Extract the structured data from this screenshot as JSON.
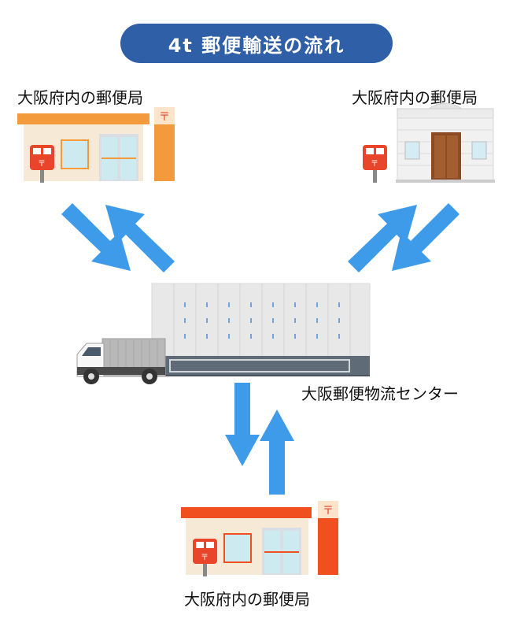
{
  "title": "4t 郵便輸送の流れ",
  "post_office_left": {
    "label": "大阪府内の郵便局"
  },
  "post_office_right": {
    "label": "大阪府内の郵便局"
  },
  "post_office_bottom": {
    "label": "大阪府内の郵便局"
  },
  "distribution_center": {
    "label": "大阪郵便物流センター"
  },
  "colors": {
    "title_bg": "#2f5fa7",
    "arrow": "#3d9be9",
    "post_orange": "#f39a3c",
    "post_red": "#f0501e",
    "mailbox_red": "#e8452a",
    "truck_cargo": "#b8b8b8"
  }
}
